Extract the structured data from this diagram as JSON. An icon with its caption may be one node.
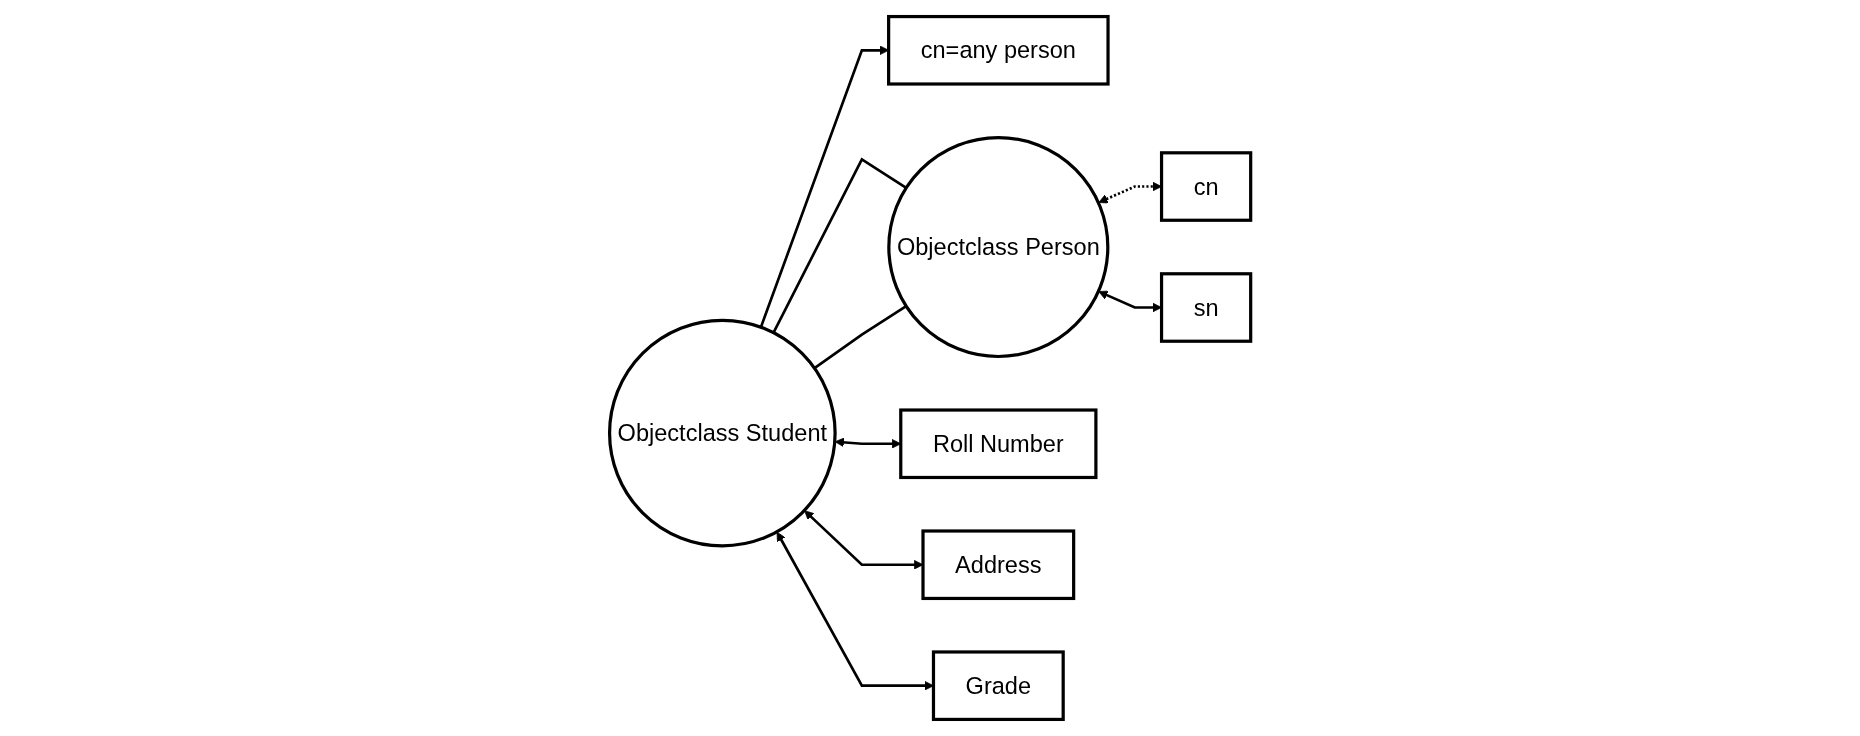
{
  "diagram": {
    "nodes": [
      {
        "text": [
          "cn=any person"
        ]
      },
      {
        "text": [
          "Objectclass Student"
        ]
      },
      {
        "text": [
          "Objectclass Person"
        ]
      },
      {
        "text": [
          "cn"
        ]
      },
      {
        "text": [
          "sn"
        ]
      },
      {
        "text": [
          "Roll Number"
        ]
      },
      {
        "text": [
          "Address"
        ]
      },
      {
        "text": [
          "Grade"
        ]
      }
    ],
    "edges": [
      {
        "from": 1,
        "to": 0,
        "arrow": "to"
      },
      {
        "from": 1,
        "to": 2,
        "arrow": "none"
      },
      {
        "from": 1,
        "to": 2,
        "arrow": "none"
      },
      {
        "from": 2,
        "to": 3,
        "arrow": "both",
        "style": "dashed"
      },
      {
        "from": 2,
        "to": 4,
        "arrow": "both"
      },
      {
        "from": 1,
        "to": 5,
        "arrow": "both"
      },
      {
        "from": 1,
        "to": 6,
        "arrow": "both"
      },
      {
        "from": 1,
        "to": 7,
        "arrow": "both"
      }
    ]
  }
}
